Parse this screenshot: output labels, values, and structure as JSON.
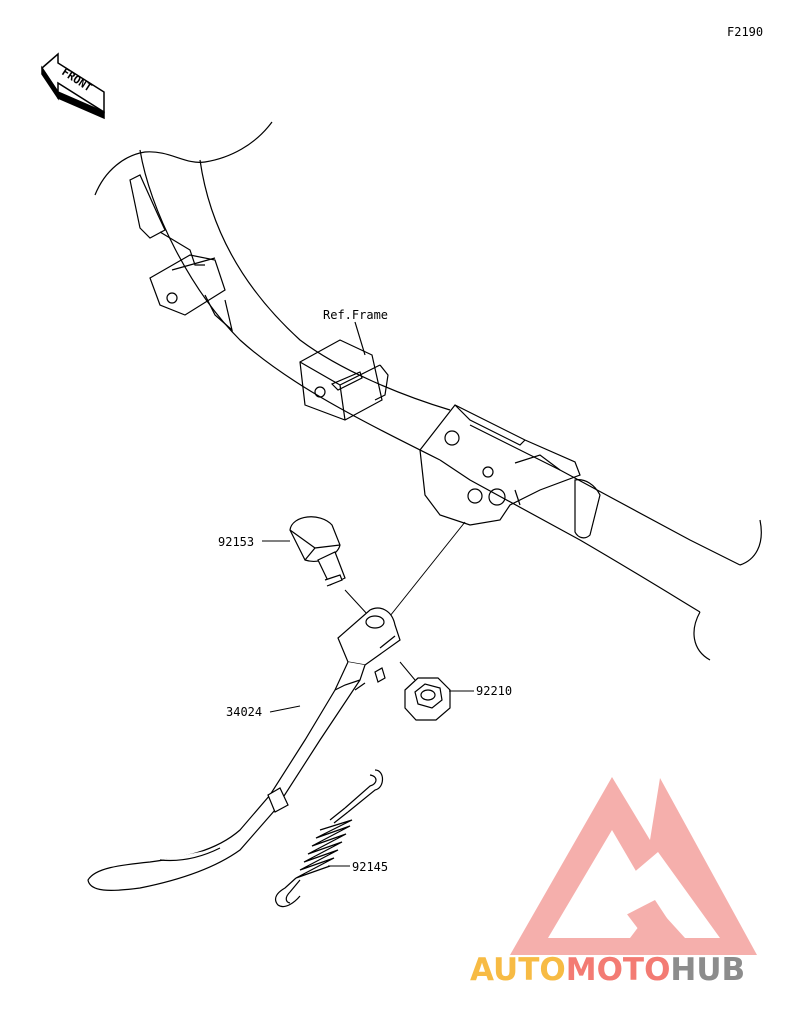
{
  "diagram": {
    "code": "F2190",
    "front_label": "FRONT",
    "ref_label": "Ref.Frame",
    "parts": [
      {
        "number": "92153"
      },
      {
        "number": "92210"
      },
      {
        "number": "34024"
      },
      {
        "number": "92145"
      }
    ]
  },
  "watermark": {
    "part1": "AUTO",
    "part2": "MOTO",
    "part3": "HUB",
    "colors": {
      "auto": "#f7bb44",
      "moto": "#f37b73",
      "hub": "#8c8c8c",
      "triangle": "#f4a29e"
    }
  }
}
